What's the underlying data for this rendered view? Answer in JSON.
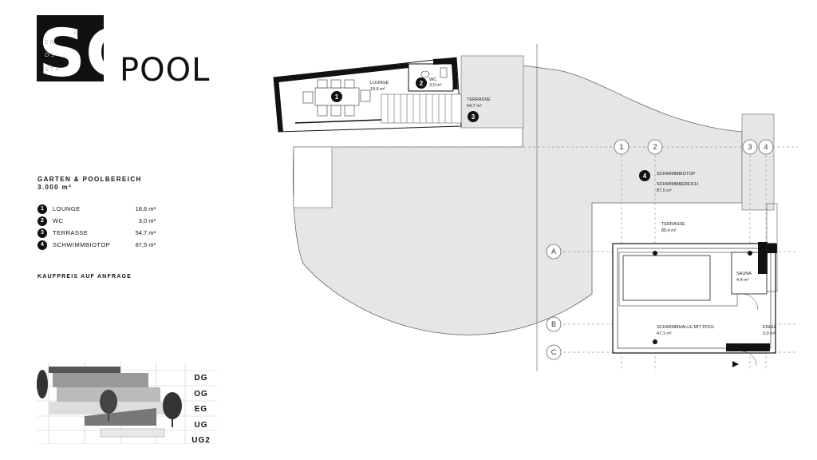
{
  "brand": {
    "logo_letters": "SG",
    "logo_small_text": [
      "A",
      "E N",
      "D S",
      "S 7 4"
    ],
    "title": "POOL"
  },
  "info": {
    "heading_line1": "GARTEN & POOLBEREICH",
    "heading_line2": "3.000 m²",
    "rooms": [
      {
        "num": "1",
        "name": "LOUNGE",
        "area": "18,6 m²"
      },
      {
        "num": "2",
        "name": "WC",
        "area": "3,0 m²"
      },
      {
        "num": "3",
        "name": "TERRASSE",
        "area": "54,7 m²"
      },
      {
        "num": "4",
        "name": "SCHWIMMBIOTOP",
        "area": "87,5 m²"
      }
    ],
    "price": "KAUFPREIS AUF ANFRAGE"
  },
  "floors": [
    "DG",
    "OG",
    "EG",
    "UG",
    "UG2"
  ],
  "plan": {
    "axes_numbers": [
      "1",
      "2",
      "3",
      "4"
    ],
    "axes_letters": [
      "A",
      "B",
      "C"
    ],
    "labels": {
      "lounge": "LOUNGE",
      "lounge_area": "18,6 m²",
      "wc": "WC",
      "wc_area": "3,0 m²",
      "terrasse1": "TERRASSE",
      "terrasse1_area": "54,7 m²",
      "schwimmbiotop": "SCHWIMMBIOTOP",
      "schwimmbereich": "SCHWIMMBEREICH",
      "schwimmbereich_area": "87,5 m²",
      "terrasse2": "TERRASSE",
      "terrasse2_area": "85,4 m²",
      "sauna": "SAUNA",
      "sauna_area": "4,4 m²",
      "schwimmhalle": "SCHWIMMHALLE MIT POOL",
      "schwimmhalle_area": "47,1 m²",
      "eingang": "EINGA",
      "eingang_area": "3,0 m²"
    },
    "badges": [
      "1",
      "2",
      "3",
      "4"
    ],
    "colors": {
      "area_fill": "#e6e6e6",
      "wall": "#111111",
      "grid": "#9a9a9a"
    }
  }
}
